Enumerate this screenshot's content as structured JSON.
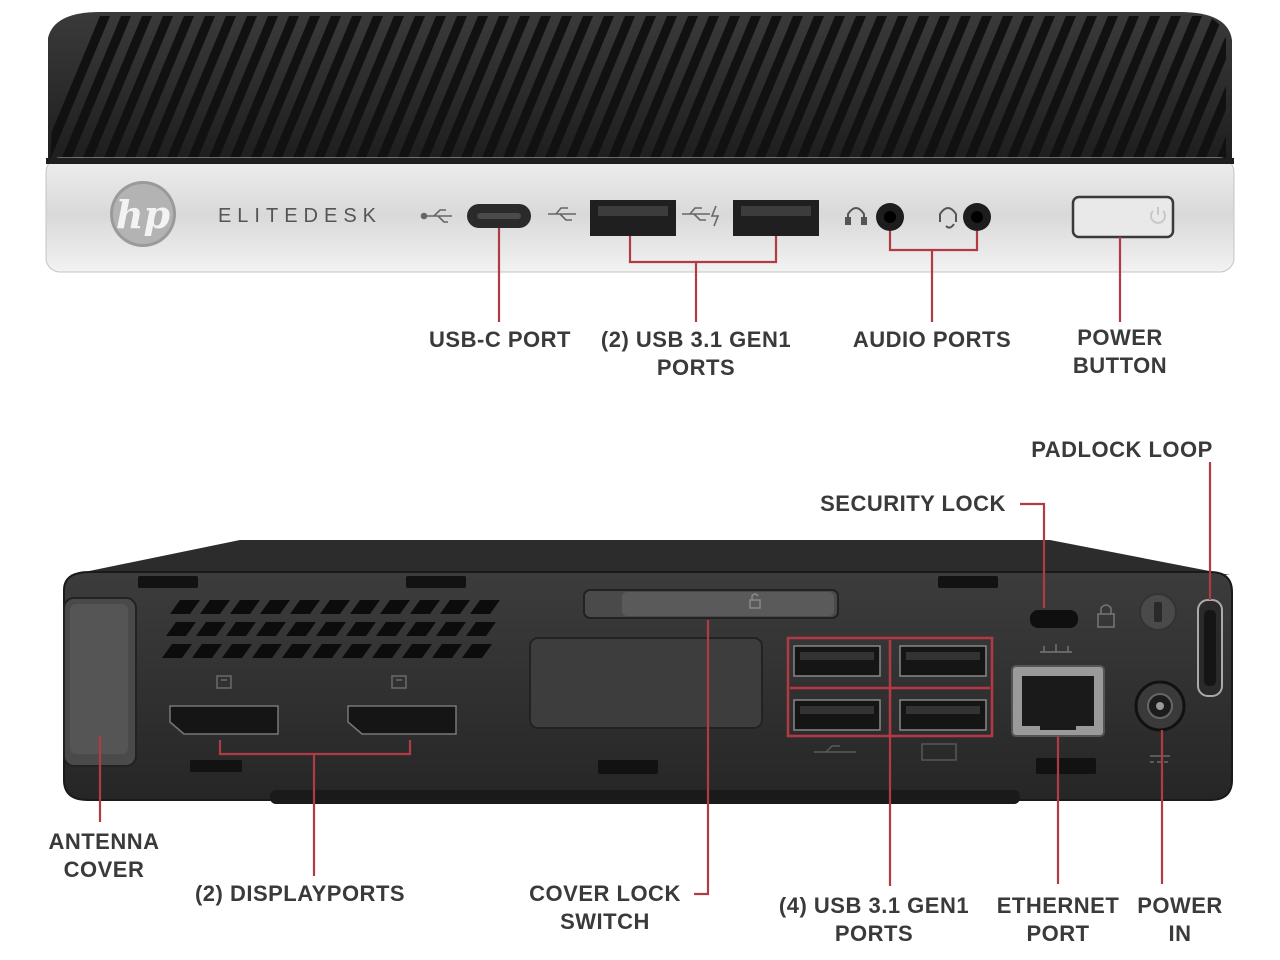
{
  "front_panel": {
    "brand_logo": "hp",
    "model_text": "ELITEDESK",
    "labels": {
      "usb_c": [
        "USB-C PORT"
      ],
      "usb_front": [
        "(2) USB 3.1 GEN1",
        "PORTS"
      ],
      "audio": [
        "AUDIO PORTS"
      ],
      "power_button": [
        "POWER",
        "BUTTON"
      ]
    }
  },
  "rear_panel": {
    "labels": {
      "padlock_loop": [
        "PADLOCK LOOP"
      ],
      "security_lock": [
        "SECURITY LOCK"
      ],
      "antenna_cover": [
        "ANTENNA",
        "COVER"
      ],
      "displayports": [
        "(2) DISPLAYPORTS"
      ],
      "cover_lock": [
        "COVER LOCK",
        "SWITCH"
      ],
      "usb_rear": [
        "(4) USB 3.1 GEN1",
        "PORTS"
      ],
      "ethernet": [
        "ETHERNET",
        "PORT"
      ],
      "power_in": [
        "POWER",
        "IN"
      ]
    }
  },
  "colors": {
    "callout_line": "#b23a44",
    "label_text": "#3a3a3a",
    "chassis": "#2b2b2b",
    "silver_band": "#dcdcdc"
  }
}
